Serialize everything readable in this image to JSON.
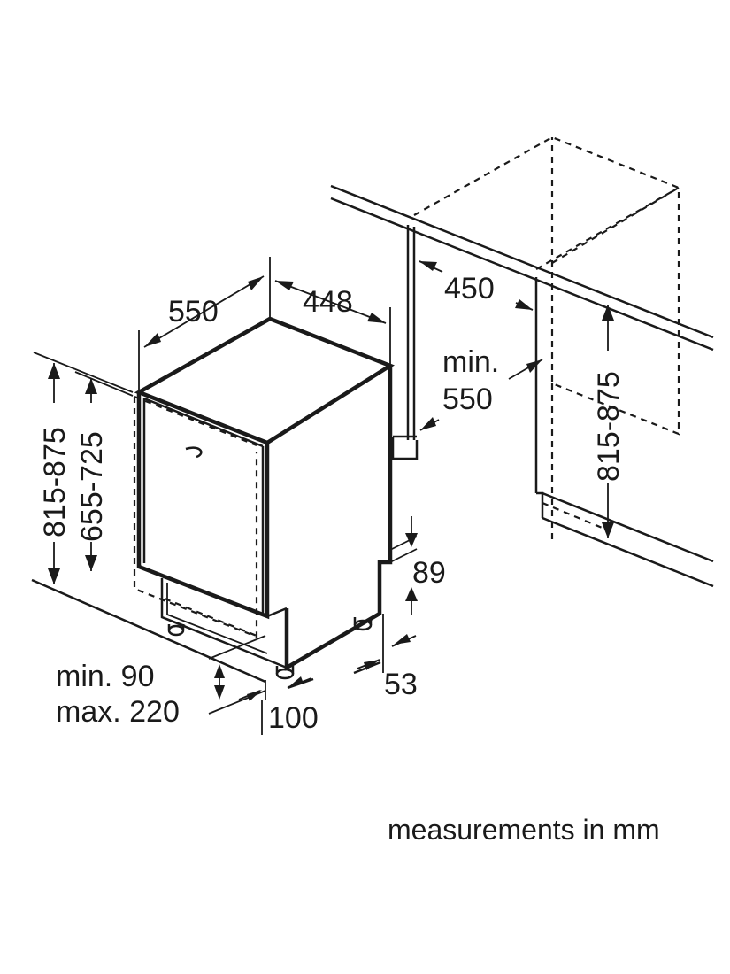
{
  "diagram": {
    "labels": {
      "depth_550": "550",
      "width_448": "448",
      "niche_width_450": "450",
      "niche_depth_min": "min.",
      "niche_depth_550": "550",
      "niche_height": "815-875",
      "height_total": "815-875",
      "height_door": "655-725",
      "plinth_min": "min. 90",
      "plinth_max": "max. 220",
      "plinth_depth_100": "100",
      "foot_89": "89",
      "foot_53": "53"
    },
    "caption": "measurements in mm"
  }
}
